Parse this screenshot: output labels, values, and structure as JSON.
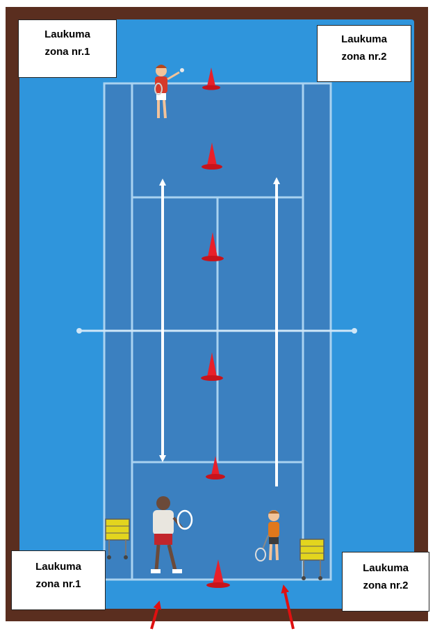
{
  "labels": {
    "top_left": {
      "line1": "Laukuma",
      "line2": "zona nr.1"
    },
    "top_right": {
      "line1": "Laukuma",
      "line2": "zona nr.2"
    },
    "bottom_left": {
      "line1": "Laukuma",
      "line2": "zona nr.1"
    },
    "bottom_right": {
      "line1": "Laukuma",
      "line2": "zona nr.2"
    }
  },
  "colors": {
    "frame": "#5a2e1f",
    "surround": "#2f95dc",
    "court": "#3b80c0",
    "lines": "#a9d2f0",
    "cone": "#e8202a",
    "arrow_white": "#ffffff",
    "arrow_red": "#e01010",
    "ball_basket": "#e3d51e"
  },
  "icons": [
    "cone-icon",
    "player-icon",
    "coach-icon",
    "ball-basket-icon",
    "arrow-icon"
  ]
}
